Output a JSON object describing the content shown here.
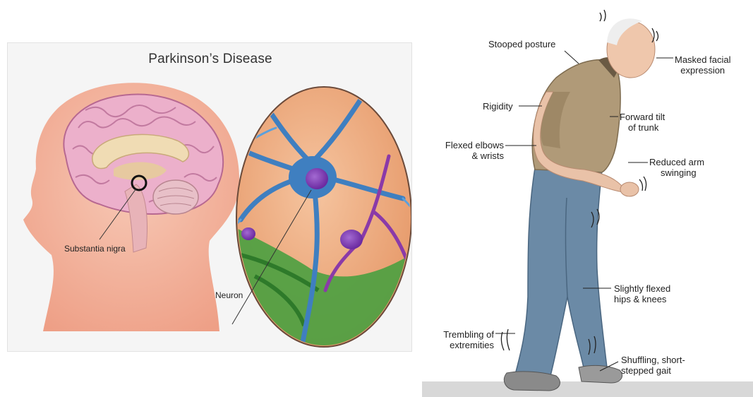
{
  "left_diagram": {
    "title": "Parkinson’s Disease",
    "labels": {
      "substantia_nigra": "Substantia nigra",
      "neuron": "Neuron"
    }
  },
  "right_diagram": {
    "labels": {
      "stooped_posture": "Stooped posture",
      "masked_facial_1": "Masked facial",
      "masked_facial_2": "expression",
      "rigidity": "Rigidity",
      "forward_tilt_1": "Forward tilt",
      "forward_tilt_2": "of trunk",
      "flexed_elbows_1": "Flexed elbows",
      "flexed_elbows_2": "& wrists",
      "reduced_arm_1": "Reduced arm",
      "reduced_arm_2": "swinging",
      "slightly_flexed_1": "Slightly flexed",
      "slightly_flexed_2": "hips & knees",
      "trembling_1": "Trembling of",
      "trembling_2": "extremities",
      "shuffling_1": "Shuffling, short-",
      "shuffling_2": "stepped gait"
    }
  },
  "colors": {
    "skin": "#f2b9a6",
    "brain_pink": "#e9a6c4",
    "neuron_blue": "#3f7fc0",
    "shirt": "#b09a78",
    "pants": "#6b8aa6"
  }
}
